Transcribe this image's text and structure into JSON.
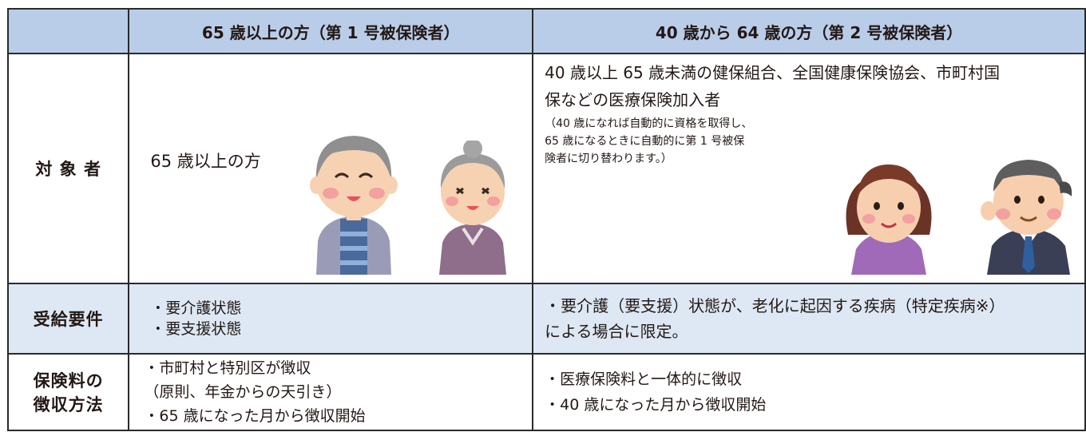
{
  "header": {
    "col1": "65 歳以上の方（第 1 号被保険者）",
    "col2": "40 歳から 64 歳の方（第 2 号被保険者）"
  },
  "rows": {
    "target": {
      "label": "対 象 者",
      "col1": "65 歳以上の方",
      "col2_line1": "40 歳以上 65 歳未満の健保組合、全国健康保険協会、市町村国",
      "col2_line2": "保などの医療保険加入者",
      "col2_note1": "（40 歳になれば自動的に資格を取得し、",
      "col2_note2": "65 歳になるときに自動的に第 1 号被保",
      "col2_note3": "険者に切り替わります。）"
    },
    "eligibility": {
      "label": "受給要件",
      "col1_line1": "・要介護状態",
      "col1_line2": "・要支援状態",
      "col2_line1": "・要介護（要支援）状態が、老化に起因する疾病（特定疾病※）",
      "col2_line2": "による場合に限定。"
    },
    "collection": {
      "label_line1": "保険料の",
      "label_line2": "徴収方法",
      "col1_line1": "・市町村と特別区が徴収",
      "col1_line2": "（原則、年金からの天引き）",
      "col1_line3": "・65 歳になった月から徴収開始",
      "col2_line1": "・医療保険料と一体的に徴収",
      "col2_line2": "・40 歳になった月から徴収開始"
    }
  },
  "illustrations": [
    "elderly-man-icon",
    "elderly-woman-icon",
    "middle-aged-woman-icon",
    "middle-aged-man-icon"
  ],
  "colors": {
    "header_bg": "#b9cde8",
    "shade_bg": "#dde8f4",
    "border": "#2a2a2a"
  }
}
